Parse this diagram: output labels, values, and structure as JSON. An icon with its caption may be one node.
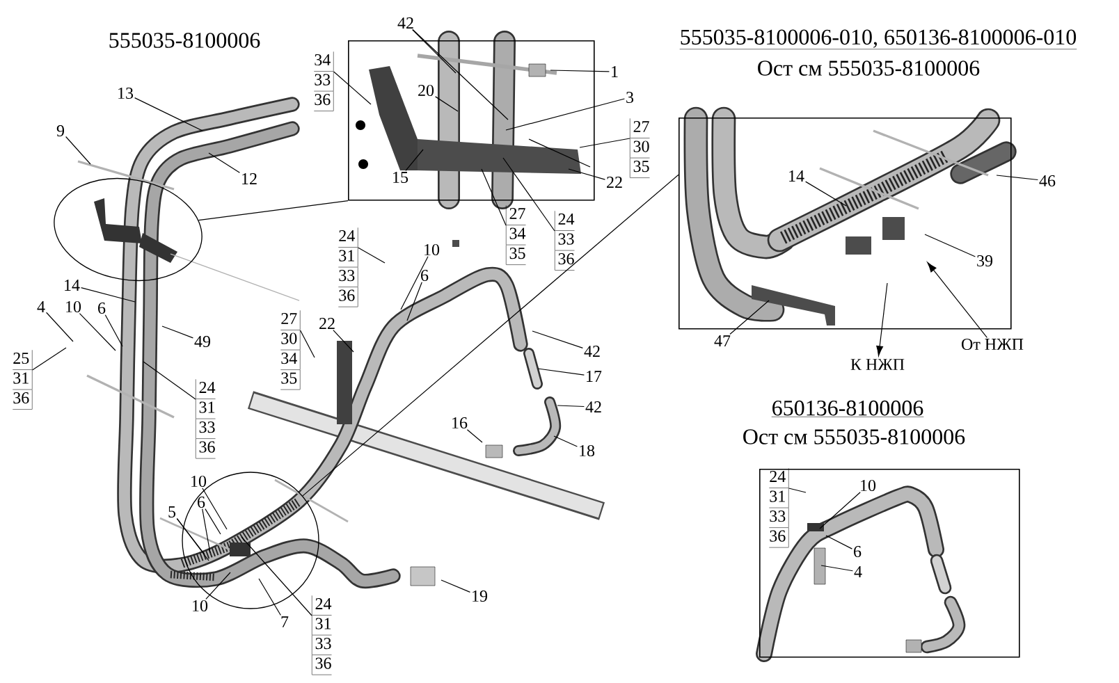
{
  "diagram": {
    "nodes": [
      {
        "text": [
          "13"
        ]
      },
      {
        "text": [
          "9"
        ]
      },
      {
        "text": [
          "12"
        ]
      },
      {
        "text": [],
        "shape": "ellipse"
      },
      {
        "text": [],
        "shape": "box"
      },
      {
        "text": [
          "42"
        ]
      },
      {
        "text": [
          "1"
        ]
      },
      {
        "text": [
          "20"
        ],
        "in": 4
      },
      {
        "text": [
          "3"
        ]
      },
      {
        "text": [
          "34",
          "33",
          "36"
        ]
      },
      {
        "text": [
          "27",
          "30",
          "35"
        ]
      },
      {
        "text": [
          "15"
        ],
        "in": 4
      },
      {
        "text": [
          "22"
        ]
      },
      {
        "text": [
          "27",
          "34",
          "35"
        ]
      },
      {
        "text": [
          "24",
          "33",
          "36"
        ]
      },
      {
        "text": [
          "14"
        ]
      },
      {
        "text": [
          "4"
        ]
      },
      {
        "text": [
          "10"
        ]
      },
      {
        "text": [
          "6"
        ]
      },
      {
        "text": [
          "49"
        ]
      },
      {
        "text": [
          "25",
          "31",
          "36"
        ]
      },
      {
        "text": [
          "24",
          "31",
          "33",
          "36"
        ]
      },
      {
        "text": [
          "24",
          "31",
          "33",
          "36"
        ]
      },
      {
        "text": [
          "10"
        ]
      },
      {
        "text": [
          "6"
        ]
      },
      {
        "text": [
          "27",
          "30",
          "34",
          "35"
        ]
      },
      {
        "text": [
          "22"
        ]
      },
      {
        "text": [
          "42"
        ]
      },
      {
        "text": [
          "17"
        ]
      },
      {
        "text": [
          "42"
        ]
      },
      {
        "text": [
          "16"
        ]
      },
      {
        "text": [
          "18"
        ]
      },
      {
        "text": [],
        "shape": "circle"
      },
      {
        "text": [
          "10"
        ]
      },
      {
        "text": [
          "6"
        ],
        "in": 32
      },
      {
        "text": [
          "5"
        ]
      },
      {
        "text": [
          "10"
        ]
      },
      {
        "text": [
          "7"
        ]
      },
      {
        "text": [
          "24",
          "31",
          "33",
          "36"
        ]
      },
      {
        "text": [
          "19"
        ]
      },
      {
        "text": [],
        "shape": "box"
      },
      {
        "text": [
          "14"
        ],
        "in": 40
      },
      {
        "text": [
          "46"
        ]
      },
      {
        "text": [
          "39"
        ],
        "in": 40
      },
      {
        "text": [
          "47"
        ]
      },
      {
        "text": [
          "От НЖП"
        ]
      },
      {
        "text": [
          "К НЖП"
        ]
      },
      {
        "text": [],
        "shape": "box"
      },
      {
        "text": [
          "24",
          "31",
          "33",
          "36"
        ],
        "in": 47
      },
      {
        "text": [
          "10"
        ],
        "in": 47
      },
      {
        "text": [
          "6"
        ],
        "in": 47
      },
      {
        "text": [
          "4"
        ],
        "in": 47
      }
    ],
    "edges": [
      {
        "from": 0,
        "to": null,
        "arrow": "none"
      },
      {
        "from": 1,
        "to": null,
        "arrow": "none"
      },
      {
        "from": 2,
        "to": null,
        "arrow": "none"
      },
      {
        "from": 3,
        "to": 4,
        "arrow": "none"
      },
      {
        "from": 5,
        "to": null,
        "arrow": "none"
      },
      {
        "from": 5,
        "to": null,
        "arrow": "none"
      },
      {
        "from": 6,
        "to": null,
        "arrow": "none"
      },
      {
        "from": 7,
        "to": null,
        "arrow": "none"
      },
      {
        "from": 8,
        "to": null,
        "arrow": "none"
      },
      {
        "from": 9,
        "to": null,
        "arrow": "none"
      },
      {
        "from": 10,
        "to": null,
        "arrow": "none"
      },
      {
        "from": 11,
        "to": null,
        "arrow": "none"
      },
      {
        "from": 12,
        "to": null,
        "arrow": "none"
      },
      {
        "from": 13,
        "to": null,
        "arrow": "none"
      },
      {
        "from": 14,
        "to": null,
        "arrow": "none"
      },
      {
        "from": 15,
        "to": null,
        "arrow": "none"
      },
      {
        "from": 16,
        "to": null,
        "arrow": "none"
      },
      {
        "from": 17,
        "to": null,
        "arrow": "none"
      },
      {
        "from": 18,
        "to": null,
        "arrow": "none"
      },
      {
        "from": 19,
        "to": null,
        "arrow": "none"
      },
      {
        "from": 20,
        "to": null,
        "arrow": "none"
      },
      {
        "from": 21,
        "to": null,
        "arrow": "none"
      },
      {
        "from": 22,
        "to": null,
        "arrow": "none"
      },
      {
        "from": 23,
        "to": null,
        "arrow": "none"
      },
      {
        "from": 24,
        "to": null,
        "arrow": "none"
      },
      {
        "from": 25,
        "to": null,
        "arrow": "none"
      },
      {
        "from": 26,
        "to": null,
        "arrow": "none"
      },
      {
        "from": 27,
        "to": null,
        "arrow": "none"
      },
      {
        "from": 28,
        "to": null,
        "arrow": "none"
      },
      {
        "from": 29,
        "to": null,
        "arrow": "none"
      },
      {
        "from": 30,
        "to": null,
        "arrow": "none"
      },
      {
        "from": 31,
        "to": null,
        "arrow": "none"
      },
      {
        "from": 32,
        "to": 40,
        "arrow": "none"
      },
      {
        "from": 33,
        "to": null,
        "arrow": "none"
      },
      {
        "from": 34,
        "to": null,
        "arrow": "none"
      },
      {
        "from": 34,
        "to": null,
        "arrow": "none"
      },
      {
        "from": 35,
        "to": null,
        "arrow": "none"
      },
      {
        "from": 35,
        "to": null,
        "arrow": "none"
      },
      {
        "from": 36,
        "to": null,
        "arrow": "none"
      },
      {
        "from": 37,
        "to": null,
        "arrow": "none"
      },
      {
        "from": 38,
        "to": null,
        "arrow": "none"
      },
      {
        "from": 39,
        "to": null,
        "arrow": "none"
      },
      {
        "from": 41,
        "to": null,
        "arrow": "none"
      },
      {
        "from": 42,
        "to": null,
        "arrow": "none"
      },
      {
        "from": 43,
        "to": null,
        "arrow": "none"
      },
      {
        "from": 44,
        "to": null,
        "arrow": "none"
      },
      {
        "from": 45,
        "to": null,
        "arrow": "to"
      },
      {
        "from": null,
        "to": 46,
        "arrow": "to"
      },
      {
        "from": 48,
        "to": null,
        "arrow": "none"
      },
      {
        "from": 49,
        "to": null,
        "arrow": "none"
      },
      {
        "from": 50,
        "to": null,
        "arrow": "none"
      },
      {
        "from": 51,
        "to": null,
        "arrow": "none"
      }
    ],
    "labels": [
      "555035-8100006",
      "555035-8100006-010, 650136-8100006-010",
      "Ост см 555035-8100006",
      "650136-8100006",
      "Ост см 555035-8100006"
    ]
  }
}
